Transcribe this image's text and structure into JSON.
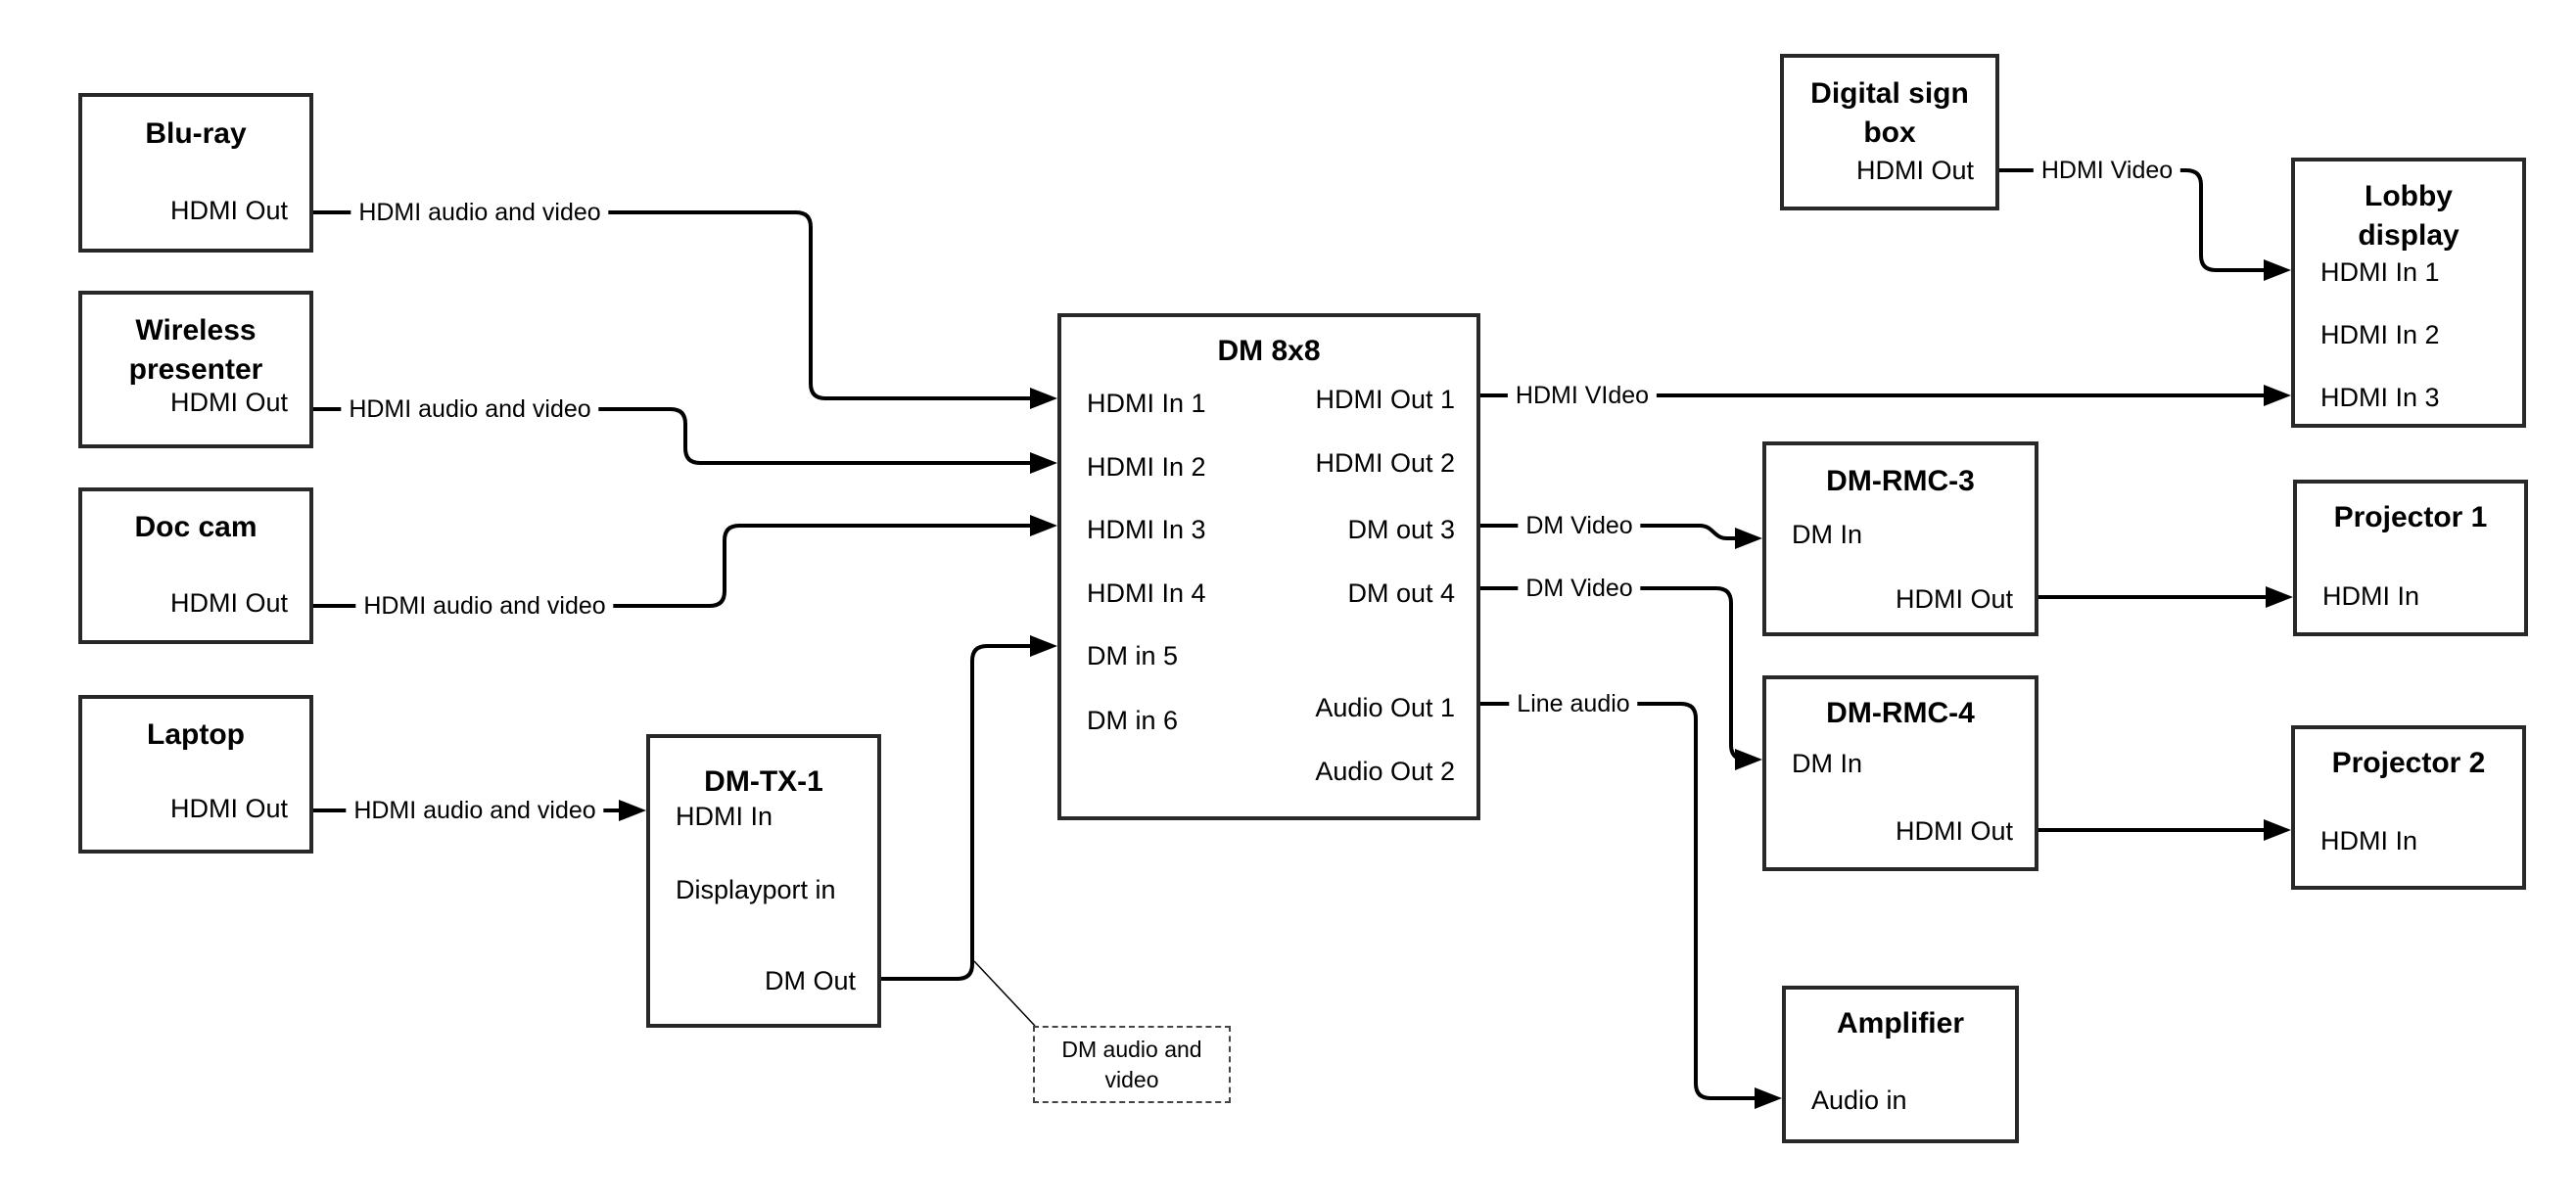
{
  "diagram": {
    "nodes": {
      "bluray": {
        "title": "Blu-ray",
        "ports": {
          "hdmi_out": "HDMI Out"
        }
      },
      "wireless_presenter": {
        "title": "Wireless presenter",
        "ports": {
          "hdmi_out": "HDMI Out"
        }
      },
      "doc_cam": {
        "title": "Doc cam",
        "ports": {
          "hdmi_out": "HDMI Out"
        }
      },
      "laptop": {
        "title": "Laptop",
        "ports": {
          "hdmi_out": "HDMI Out"
        }
      },
      "dm_tx_1": {
        "title": "DM-TX-1",
        "ports": {
          "hdmi_in": "HDMI In",
          "displayport_in": "Displayport in",
          "dm_out": "DM Out"
        }
      },
      "dm_8x8": {
        "title": "DM 8x8",
        "ports": {
          "hdmi_in_1": "HDMI In 1",
          "hdmi_in_2": "HDMI In 2",
          "hdmi_in_3": "HDMI In 3",
          "hdmi_in_4": "HDMI In 4",
          "dm_in_5": "DM in 5",
          "dm_in_6": "DM in 6",
          "hdmi_out_1": "HDMI Out 1",
          "hdmi_out_2": "HDMI Out 2",
          "dm_out_3": "DM out 3",
          "dm_out_4": "DM out 4",
          "audio_out_1": "Audio Out 1",
          "audio_out_2": "Audio Out 2"
        }
      },
      "digital_sign_box": {
        "title": "Digital sign box",
        "ports": {
          "hdmi_out": "HDMI Out"
        }
      },
      "lobby_display": {
        "title": "Lobby display",
        "ports": {
          "hdmi_in_1": "HDMI In 1",
          "hdmi_in_2": "HDMI In 2",
          "hdmi_in_3": "HDMI In 3"
        }
      },
      "dm_rmc_3": {
        "title": "DM-RMC-3",
        "ports": {
          "dm_in": "DM In",
          "hdmi_out": "HDMI Out"
        }
      },
      "projector_1": {
        "title": "Projector 1",
        "ports": {
          "hdmi_in": "HDMI In"
        }
      },
      "dm_rmc_4": {
        "title": "DM-RMC-4",
        "ports": {
          "dm_in": "DM In",
          "hdmi_out": "HDMI Out"
        }
      },
      "projector_2": {
        "title": "Projector 2",
        "ports": {
          "hdmi_in": "HDMI In"
        }
      },
      "amplifier": {
        "title": "Amplifier",
        "ports": {
          "audio_in": "Audio in"
        }
      }
    },
    "edge_labels": {
      "bluray_to_dm8x8": "HDMI audio and video",
      "wireless_to_dm8x8": "HDMI audio and video",
      "doccam_to_dm8x8": "HDMI audio and video",
      "laptop_to_dmtx1": "HDMI audio and video",
      "hdmiout1_to_lobby": "HDMI VIdeo",
      "dmout3_to_rmc3": "DM Video",
      "dmout4_to_rmc4": "DM Video",
      "audioout1_to_amp": "Line audio",
      "sign_to_lobby": "HDMI Video"
    },
    "annotation": {
      "text": "DM audio and video"
    },
    "colors": {
      "line": "#000000",
      "box_border": "#282828",
      "background": "#ffffff"
    }
  }
}
